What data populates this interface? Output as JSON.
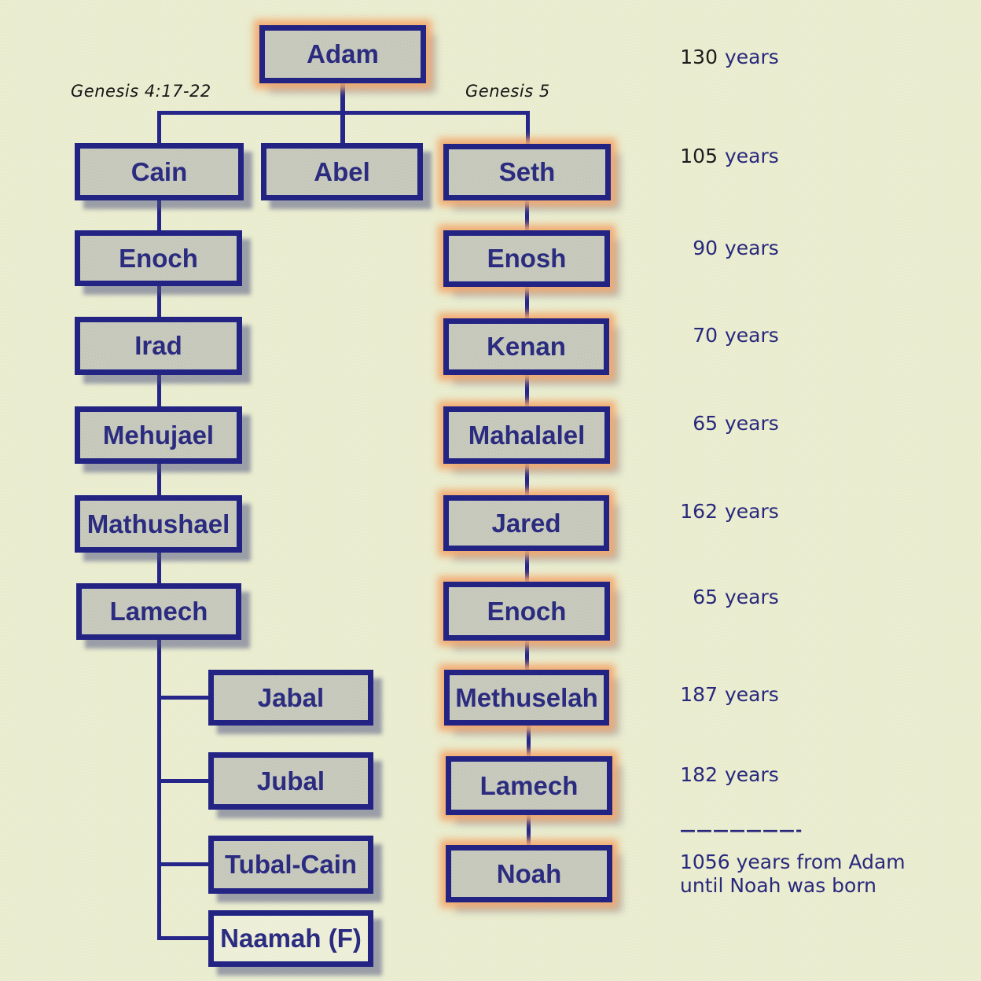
{
  "titles": {
    "left": "Genesis 4:17-22",
    "right": "Genesis 5"
  },
  "nodes": {
    "adam": {
      "label": "Adam"
    },
    "cain": {
      "label": "Cain"
    },
    "abel": {
      "label": "Abel"
    },
    "seth": {
      "label": "Seth"
    },
    "cain_enoch": {
      "label": "Enoch"
    },
    "enosh": {
      "label": "Enosh"
    },
    "irad": {
      "label": "Irad"
    },
    "kenan": {
      "label": "Kenan"
    },
    "mehujael": {
      "label": "Mehujael"
    },
    "mahalalel": {
      "label": "Mahalalel"
    },
    "mathushael": {
      "label": "Mathushael"
    },
    "jared": {
      "label": "Jared"
    },
    "cain_lamech": {
      "label": "Lamech"
    },
    "seth_enoch": {
      "label": "Enoch"
    },
    "jabal": {
      "label": "Jabal"
    },
    "methuselah": {
      "label": "Methuselah"
    },
    "jubal": {
      "label": "Jubal"
    },
    "seth_lamech": {
      "label": "Lamech"
    },
    "tubal_cain": {
      "label": "Tubal-Cain"
    },
    "noah": {
      "label": "Noah"
    },
    "naamah": {
      "label": "Naamah (F)"
    }
  },
  "ages": {
    "adam": {
      "num": "130",
      "unit": "years"
    },
    "seth": {
      "num": "105",
      "unit": "years"
    },
    "enosh": {
      "num": "90",
      "unit": "years"
    },
    "kenan": {
      "num": "70",
      "unit": "years"
    },
    "mahalalel": {
      "num": "65",
      "unit": "years"
    },
    "jared": {
      "num": "162",
      "unit": "years"
    },
    "enoch": {
      "num": "65",
      "unit": "years"
    },
    "methuselah": {
      "num": "187",
      "unit": "years"
    },
    "lamech": {
      "num": "182",
      "unit": "years"
    }
  },
  "summary": {
    "divider": "———————-",
    "line1": "1056 years from Adam",
    "line2": "until Noah was born"
  },
  "colors": {
    "background": "#eaedd0",
    "box_fill": "#c7cabc",
    "box_border": "#232384",
    "line_navy": "#26268a",
    "text_navy": "#28287c",
    "glow_orange": "#f2a96e",
    "shadow_gray": "#7c81a3",
    "number_dark": "#1c1c1c",
    "naamah_fill": "#eef0da"
  }
}
